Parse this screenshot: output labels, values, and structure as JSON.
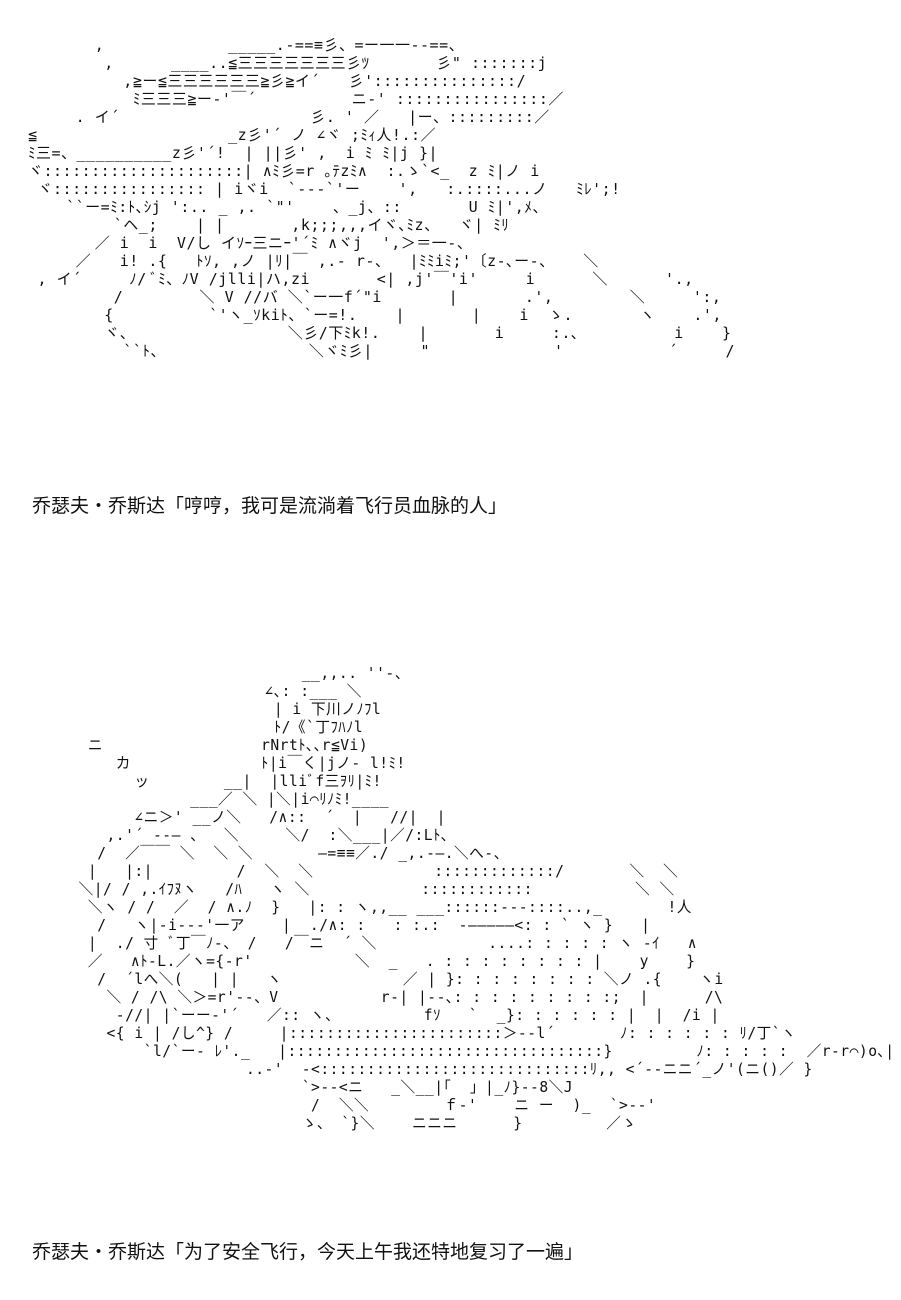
{
  "panels": [
    {
      "art": "       ,             _____.-==≡彡、=ー一一--==、\n        ,      ____..≦三三三三三三三彡ﾂ       彡\" :::::::j\n          ,≧ー≦三三三三三三≧彡≧イ´   彡':::::::::::::::/\n           ﾐ三三三≧ー-'￣´          ニ-' ::::::::::::::::／\n     . イ´                    彡. ' ／   |ー、:::::::::／\n≦                    _z彡'´ ノ ∠ヾ ;ﾐｨ人!.:／\nﾐ三=、__________z彡'´!  | ||彡' ,  i ﾐ ﾐ|j }|\nヾ:::::::::::::::::::::| ∧ﾐ彡=r ｡ﾃzﾐ∧  :.ゝ`<_  z ﾐ|ノ i\n ヾ:::::::::::::::: | iヾi  `‐-‐`'ー    ',   :.::::...ノ   ﾐﾚ';!\n    ``ー=ﾐ:ﾄ､ｼj ':.. _ ,. `\"'    、_j、::       U ﾐ|',ﾒ、\n         `ヘ_;    | |       ,k;;;,,,イヾ､ﾐz、  ヾ| ﾐﾘ\n       ／ i  i  V/し イｿｰ三ニｰ'´ﾐ ∧ヾj  ',＞＝一-、\n     ／   i! .{   ﾄｿ, ,ノ |ﾘ|￣ ,.- r-、  |ﾐﾐiﾐ;'〔z-､ー-、   ＼\n , イ´     ﾉ/ ﾞﾐ、ﾉV /jlli|ハ,zi       <| ,j'￣'i'     i      ＼      '.,\n         /        ＼ V //バ ＼`ー一f´\"i       |       .',        ＼     ':,\n        {          `'ヽ_ｿkiﾄ、`ー=!.    |       |    i  ゝ.       ヽ    .',\n        ヾ、                ＼彡/下ﾐk!.    |       i     :.､          i    }\n          ``ﾄ、               ＼ヾﾐ彡|     \"             '           ´     /",
      "caption": "乔瑟夫・乔斯达「哼哼，我可是流淌着飞行员血脉的人」"
    },
    {
      "art": "                          __,,.. ''-、\n                      ∠､: :___ ＼\n                       | i 下川ノﾉﾌl\n                       ﾄ/《`丁ﾌﾊﾉl\n   ニ                 rNrtﾄ､､r≦Vi)\n      カ              ﾄ|i￣く|jノ- l!ﾐ!\n        ッ        __|  |lliﾞf三ｦﾘ|ﾐ!\n              ___／ ＼ |＼|i⌒ﾘﾉﾐ!____\n        ∠ニ＞' __ノ＼   /∧::  ´  |   //|  |\n     ,.'´ --― 、  ＼     ＼/  :＼___|／/:Lﾄ､\n    /  ／￣￣ ＼  ＼ ＼       ―=≡≡／./ _,.-―.＼へ-、\n   |   |:|         /  ＼  ＼             :::::::::::::/       ＼  ＼\n  ＼|/ / ,.ｲﾌﾇヽ   /ﾊ   ヽ ＼            ::::::::::::           ＼ ＼\n   ＼ヽ / /  ／  / ∧.ﾉ  }   |: : ヽ,,__ ___::::::---::::..,_       !人\n    /   ヽ|-i---'一ア    |  ./∧: :   : :.:  -―――――<: : ` ヽ }   |\n   |  ./ 寸 ﾞ丁￣ﾉ-、 /   /￣ニ  ´ ＼            ....: : : : : ヽ -ｲ   ∧\n   ／   ∧ﾄ-L.／ヽ={-r'           ＼  _   . : : : : : : : : |    y    }\n    /  ´lへ＼(   | |   ヽ             ／ | }: : : : : : : : ＼ノ .{    ヽi\n     ＼ / /\\ ＼＞=r'--、V           r-| |--､: : : : : : : : :;  |      /\\\n      -//| |`ーー-'´   ／:: ヽ、         fｿ   `  _}: : : : : : |  |  /i |\n     <{ i | /し^} /     |:::::::::::::::::::::::＞--l´       ﾉ: : : : : : ﾘ/丁`ヽ\n         `l/`ー- ﾚ'._   |::::::::::::::::::::::::::::::::::}         ﾉ: : : : :  ／r-r⌒)o､|\n                    ..-'  ‐<:::::::::::::::::::::::::::::ﾘ,, <´--ニニ´_ノ'(ニ()／ }\n                          `>--<ニ   _＼__|｢  」|_ﾉ}--8＼J\n                           /  ＼＼        ｆ‐'    ニ ー  )_  `>--'\n                          ゝ、 `}＼    ニニニ      }         ／ゝ",
      "caption": "乔瑟夫・乔斯达「为了安全飞行，今天上午我还特地复习了一遍」"
    }
  ]
}
